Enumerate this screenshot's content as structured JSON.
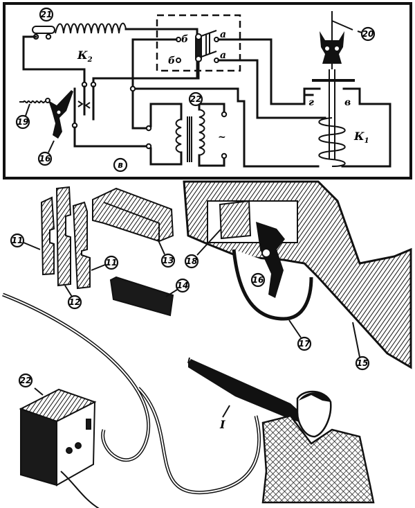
{
  "figure": {
    "title": "Electric shooting gallery rifle trigger circuit",
    "schematic_label": "в",
    "relays": {
      "k1": "К",
      "k1_sub": "1",
      "k2": "К",
      "k2_sub": "2"
    },
    "contact_labels": {
      "b_top": "б",
      "b_bottom": "б",
      "a_top": "а",
      "a_bottom": "а",
      "g": "г",
      "v": "в",
      "ac": "~"
    },
    "callouts": {
      "c11a": "11",
      "c11b": "11",
      "c12": "12",
      "c13": "13",
      "c14": "14",
      "c15": "15",
      "c16_schematic": "16",
      "c16_rifle": "16",
      "c17": "17",
      "c18": "18",
      "c19": "19",
      "c20": "20",
      "c21": "21",
      "c22_schematic": "22",
      "c22_box": "22",
      "roman_1": "I"
    }
  }
}
